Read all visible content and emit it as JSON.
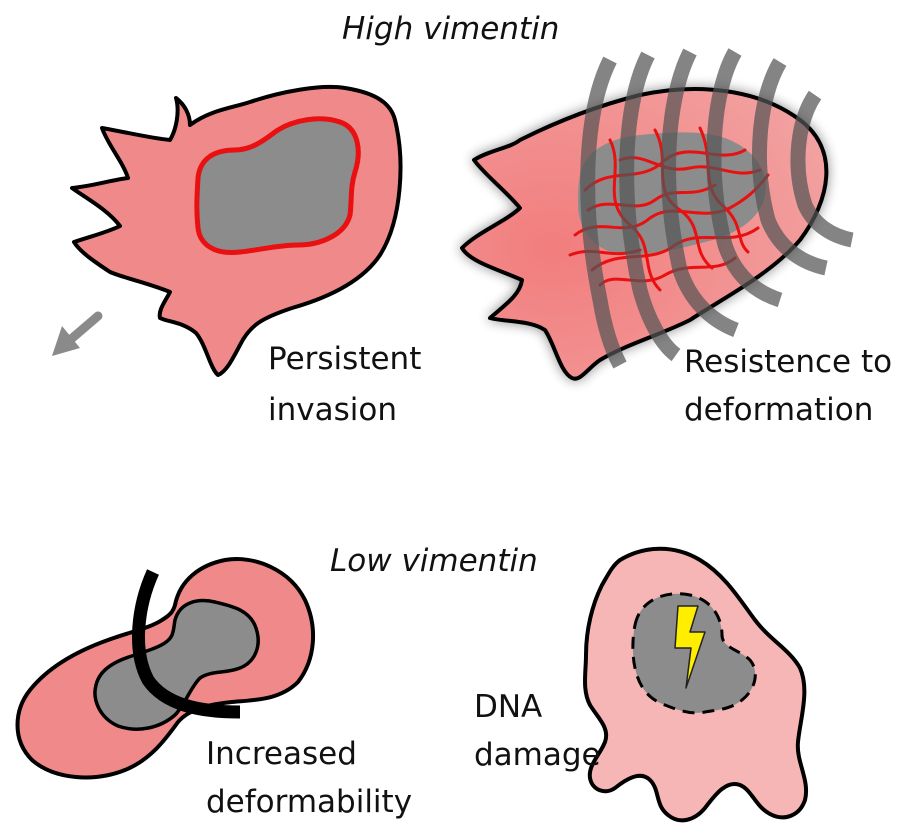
{
  "headings": {
    "high": "High vimentin",
    "low": "Low vimentin"
  },
  "labels": {
    "persistent_1": "Persistent",
    "persistent_2": "invasion",
    "resist_1": "Resistence to",
    "resist_2": "deformation",
    "increased_1": "Increased",
    "increased_2": "deformability",
    "dna_1": "DNA",
    "dna_2": "damage"
  },
  "colors": {
    "cell_fill": "#f08a8a",
    "cell_fill_light": "#f7b6b6",
    "nucleus_fill": "#8c8c8c",
    "vimentin_red": "#e81010",
    "outline": "#000000",
    "arrow_gray": "#8a8a8a",
    "bolt_yellow": "#ffee00"
  },
  "icons": {
    "migration": "arrow-icon",
    "dna_damage": "lightning-bolt-icon"
  }
}
